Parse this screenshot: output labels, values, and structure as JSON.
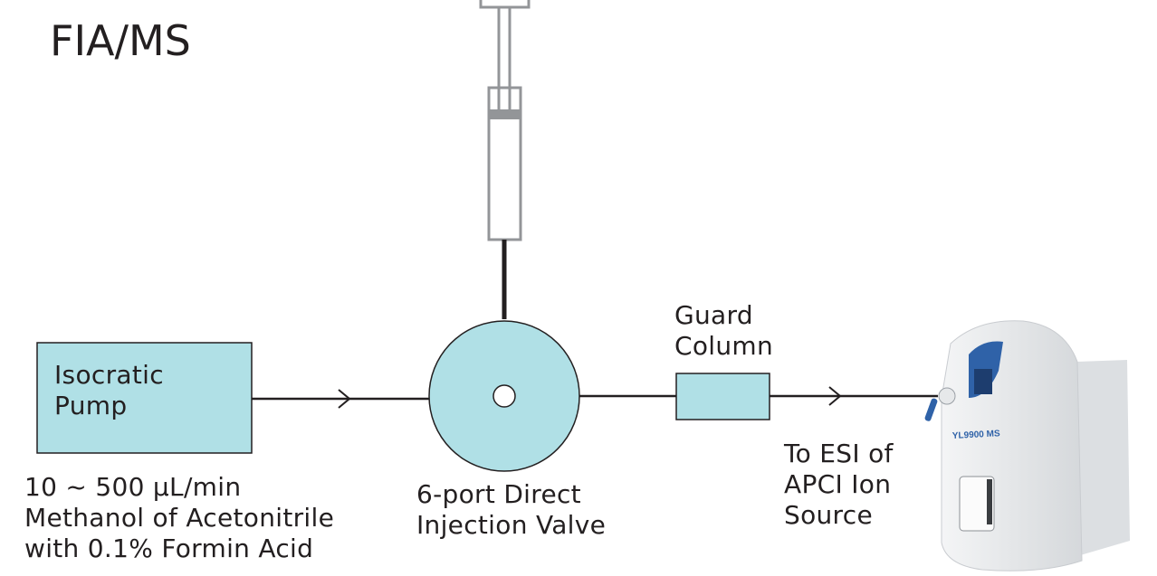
{
  "title": "FIA/MS",
  "pump": {
    "line1": "Isocratic",
    "line2": "Pump"
  },
  "pump_note": {
    "line1": "10 ~ 500 µL/min",
    "line2": "Methanol of Acetonitrile",
    "line3": "with 0.1% Formin Acid"
  },
  "valve_label": {
    "line1": "6-port Direct",
    "line2": "Injection Valve"
  },
  "guard_label": {
    "line1": "Guard",
    "line2": "Column"
  },
  "ms_label": {
    "line1": "To ESI of",
    "line2": "APCI  Ion",
    "line3": "Source"
  },
  "instrument_logo": "YL9900 MS",
  "colors": {
    "component_fill": "#b0e0e6",
    "line": "#231f20",
    "syringe": "#939598",
    "instrument_accent": "#2f62a8"
  }
}
